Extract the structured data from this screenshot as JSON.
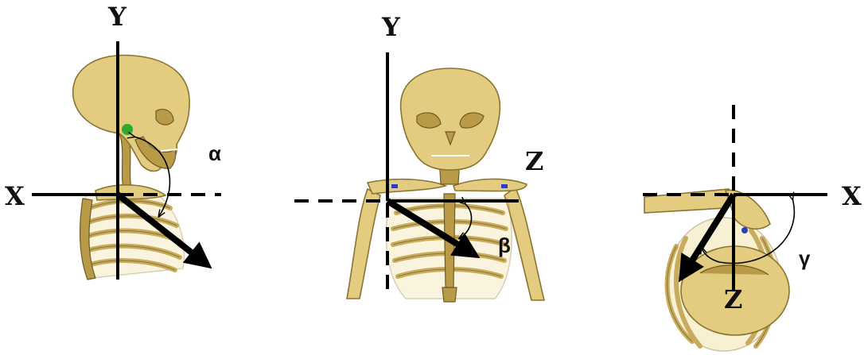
{
  "panels": [
    {
      "id": "side",
      "axis_labels": {
        "vertical": "Y",
        "horizontal": "X"
      },
      "angle_label": "α"
    },
    {
      "id": "front",
      "axis_labels": {
        "vertical": "Y",
        "horizontal": "Z"
      },
      "angle_label": "β"
    },
    {
      "id": "top",
      "axis_labels": {
        "vertical": "Z",
        "horizontal": "X"
      },
      "angle_label": "γ"
    }
  ],
  "colors": {
    "bone": "#e3cc7f",
    "axis": "#000000",
    "muscle_marker_green": "#2fa82f",
    "muscle_marker_blue": "#2a3fbf"
  }
}
